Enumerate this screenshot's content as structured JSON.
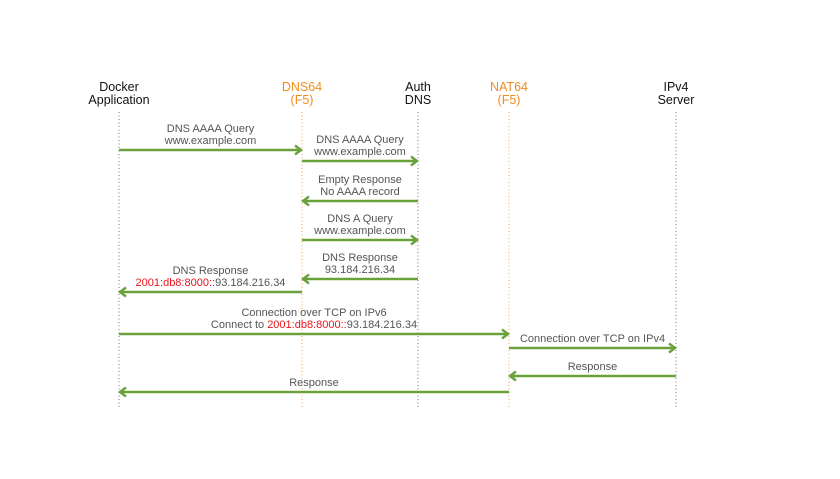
{
  "colors": {
    "arrow": "#6aa13d",
    "participant_default": "#111111",
    "participant_f5": "#f08c1e",
    "label_text": "#555555",
    "highlight": "#e8141c",
    "lifeline_default": "#777777",
    "lifeline_f5": "#f0a050"
  },
  "participants": [
    {
      "id": "docker",
      "lines": [
        "Docker",
        "Application"
      ],
      "style": "default"
    },
    {
      "id": "dns64",
      "lines": [
        "DNS64",
        "(F5)"
      ],
      "style": "f5"
    },
    {
      "id": "authdns",
      "lines": [
        "Auth",
        "DNS"
      ],
      "style": "default"
    },
    {
      "id": "nat64",
      "lines": [
        "NAT64",
        "(F5)"
      ],
      "style": "f5"
    },
    {
      "id": "ipv4",
      "lines": [
        "IPv4",
        "Server"
      ],
      "style": "default"
    }
  ],
  "messages": [
    {
      "from": "docker",
      "to": "dns64",
      "lines": [
        [
          {
            "t": "DNS AAAA Query"
          }
        ],
        [
          {
            "t": "www.example.com"
          }
        ]
      ]
    },
    {
      "from": "dns64",
      "to": "authdns",
      "lines": [
        [
          {
            "t": "DNS AAAA Query"
          }
        ],
        [
          {
            "t": "www.example.com"
          }
        ]
      ]
    },
    {
      "from": "authdns",
      "to": "dns64",
      "lines": [
        [
          {
            "t": "Empty Response"
          }
        ],
        [
          {
            "t": "No AAAA record"
          }
        ]
      ]
    },
    {
      "from": "dns64",
      "to": "authdns",
      "lines": [
        [
          {
            "t": "DNS A Query"
          }
        ],
        [
          {
            "t": "www.example.com"
          }
        ]
      ]
    },
    {
      "from": "authdns",
      "to": "dns64",
      "lines": [
        [
          {
            "t": "DNS Response"
          }
        ],
        [
          {
            "t": "93.184.216.34"
          }
        ]
      ]
    },
    {
      "from": "dns64",
      "to": "docker",
      "lines": [
        [
          {
            "t": "DNS Response"
          }
        ],
        [
          {
            "t": "2001:db8:8000::",
            "hl": true
          },
          {
            "t": "93.184.216.34"
          }
        ]
      ]
    },
    {
      "from": "docker",
      "to": "nat64",
      "lines": [
        [
          {
            "t": "Connection over TCP on IPv6"
          }
        ],
        [
          {
            "t": "Connect to "
          },
          {
            "t": "2001:db8:8000::",
            "hl": true
          },
          {
            "t": "93.184.216.34"
          }
        ]
      ]
    },
    {
      "from": "nat64",
      "to": "ipv4",
      "lines": [
        [
          {
            "t": "Connection over TCP on IPv4"
          }
        ]
      ]
    },
    {
      "from": "ipv4",
      "to": "nat64",
      "lines": [
        [
          {
            "t": "Response"
          }
        ]
      ]
    },
    {
      "from": "nat64",
      "to": "docker",
      "lines": [
        [
          {
            "t": "Response"
          }
        ]
      ]
    }
  ]
}
